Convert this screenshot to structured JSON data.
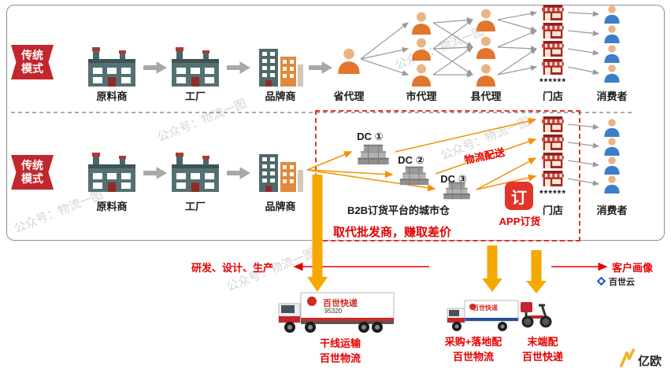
{
  "watermark": "公众号：物流一图",
  "panel": {
    "row1": {
      "ribbon": "传统模式",
      "labels": {
        "raw": "原料商",
        "factory": "工厂",
        "brand": "品牌商",
        "province_agent": "省代理",
        "city_agent": "市代理",
        "county_agent": "县代理",
        "store": "门店",
        "consumer": "消费者",
        "stars": "******"
      }
    },
    "row2": {
      "ribbon": "传统模式",
      "labels": {
        "raw": "原料商",
        "factory": "工厂",
        "brand": "品牌商",
        "platform": "B2B订货平台的城市仓",
        "store": "门店",
        "consumer": "消费者",
        "stars": "******"
      },
      "dc": [
        "DC ①",
        "DC ②",
        "DC ③"
      ],
      "delivery": "物流配送",
      "app_icon_char": "订",
      "app_label": "APP订货",
      "slogan": "取代批发商，赚取差价"
    }
  },
  "bottom": {
    "rd": "研发、设计、生产",
    "customer_profile": "客户画像",
    "best_cloud": "百世云",
    "truck_brand": "百世快递",
    "truck_hotline": "95320",
    "captions": [
      {
        "line1": "干线运输",
        "line2": "百世物流"
      },
      {
        "line1": "采购+落地配",
        "line2": "百世物流"
      },
      {
        "line1": "末端配",
        "line2": "百世快递"
      }
    ],
    "logo": "亿欧"
  }
}
